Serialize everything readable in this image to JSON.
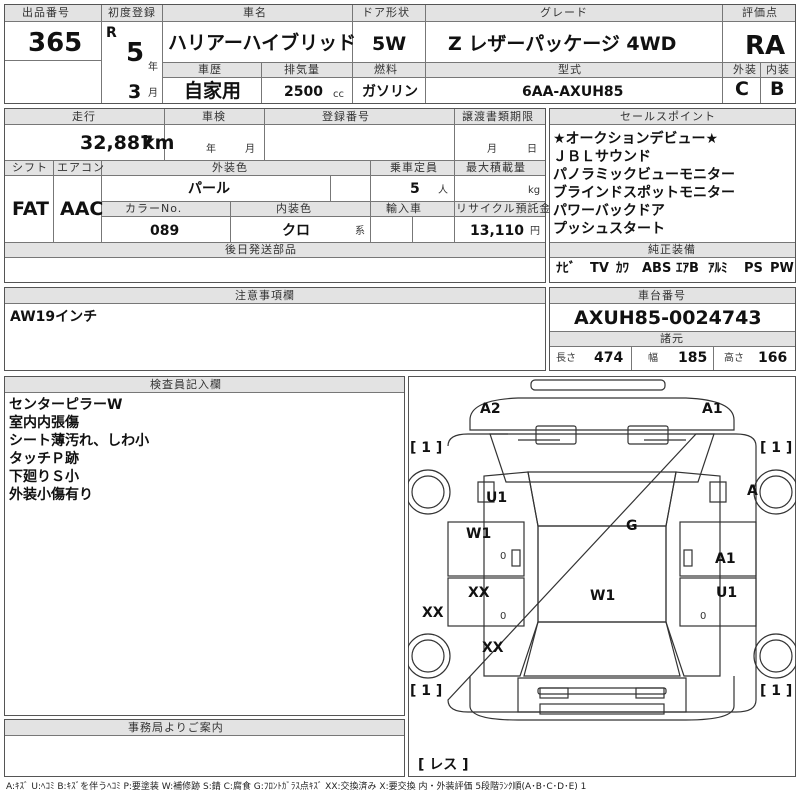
{
  "lot": {
    "label": "出品番号",
    "value": "365"
  },
  "first_reg": {
    "label": "初度登録",
    "era": "R",
    "year": "5",
    "year_unit": "年",
    "month": "3",
    "month_unit": "月"
  },
  "car_name": {
    "label": "車名",
    "value": "ハリアーハイブリッド"
  },
  "door": {
    "label": "ドア形状",
    "value": "5W"
  },
  "grade": {
    "label": "グレード",
    "value": "Z レザーパッケージ 4WD"
  },
  "score": {
    "label": "評価点",
    "value": "RA",
    "ext_label": "外装",
    "int_label": "内装",
    "ext": "C",
    "int": "B"
  },
  "history": {
    "label": "車歴",
    "value": "自家用"
  },
  "displacement": {
    "label": "排気量",
    "value": "2500",
    "unit": "cc"
  },
  "fuel": {
    "label": "燃料",
    "value": "ガソリン"
  },
  "model": {
    "label": "型式",
    "value": "6AA-AXUH85"
  },
  "mileage": {
    "label": "走行",
    "value": "32,887",
    "unit": "km"
  },
  "inspection": {
    "label": "車検",
    "year_unit": "年",
    "month_unit": "月"
  },
  "plate": {
    "label": "登録番号"
  },
  "transfer": {
    "label": "譲渡書類期限",
    "month_unit": "月",
    "day_unit": "日"
  },
  "sales_points": {
    "label": "セールスポイント",
    "items": [
      "★オークションデビュー★",
      "ＪＢＬサウンド",
      "パノラミックビューモニター",
      "ブラインドスポットモニター",
      "パワーバックドア",
      "プッシュスタート"
    ]
  },
  "shift": {
    "label": "シフト",
    "value": "FAT"
  },
  "ac": {
    "label": "エアコン",
    "value": "AAC"
  },
  "exterior_color": {
    "label": "外装色",
    "value": "パール"
  },
  "capacity": {
    "label": "乗車定員",
    "value": "5",
    "unit": "人"
  },
  "max_load": {
    "label": "最大積載量",
    "unit": "kg"
  },
  "color_no": {
    "label": "カラーNo.",
    "value": "089"
  },
  "interior_color": {
    "label": "内装色",
    "value": "クロ",
    "unit": "系"
  },
  "import": {
    "label": "輸入車"
  },
  "recycle": {
    "label": "リサイクル預託金",
    "value": "13,110",
    "unit": "円"
  },
  "later_parts": {
    "label": "後日発送部品"
  },
  "equipment": {
    "label": "純正装備",
    "items": [
      "ﾅﾋﾞ",
      "TV",
      "ｶﾜ",
      "ABS",
      "ｴｱB",
      "ｱﾙﾐ",
      "PS",
      "PW"
    ]
  },
  "notes": {
    "label": "注意事項欄",
    "text": "AW19インチ"
  },
  "chassis": {
    "label": "車台番号",
    "value": "AXUH85-0024743"
  },
  "specs": {
    "label": "諸元",
    "length_label": "長さ",
    "length": "474",
    "width_label": "幅",
    "width": "185",
    "height_label": "高さ",
    "height": "166"
  },
  "inspector": {
    "label": "検査員記入欄",
    "lines": [
      "センターピラーW",
      "室内内張傷",
      "シート薄汚れ、しわ小",
      "タッチＰ跡",
      "下廻りＳ小",
      "外装小傷有り"
    ]
  },
  "office": {
    "label": "事務局よりご案内"
  },
  "diagram": {
    "marks": {
      "a2": "A2",
      "a1_top": "A1",
      "l1_top": "[ 1 ]",
      "r1_top": "[ 1 ]",
      "u1_left": "U1",
      "a_right": "A",
      "g": "G",
      "w1_left": "W1",
      "zero_l1": "0",
      "a1_right": "A1",
      "xx_left": "XX",
      "xx_mid": "XX",
      "w1_center": "W1",
      "u1_right": "U1",
      "zero_l2": "0",
      "zero_r": "0",
      "xx_low": "XX",
      "l1_bot": "[ 1 ]",
      "r1_bot": "[ 1 ]",
      "les": "[ レス ]"
    }
  },
  "legend": "A:ｷｽﾞ U:ﾍｺﾐ B:ｷｽﾞを伴うﾍｺﾐ P:要塗装 W:補修跡 S:錆 C:腐食 G:ﾌﾛﾝﾄｶﾞﾗｽ点ｷｽﾞ XX:交換済み X:要交換 内・外装評価 5段階ﾗﾝｸ順(A･B･C･D･E) 1"
}
